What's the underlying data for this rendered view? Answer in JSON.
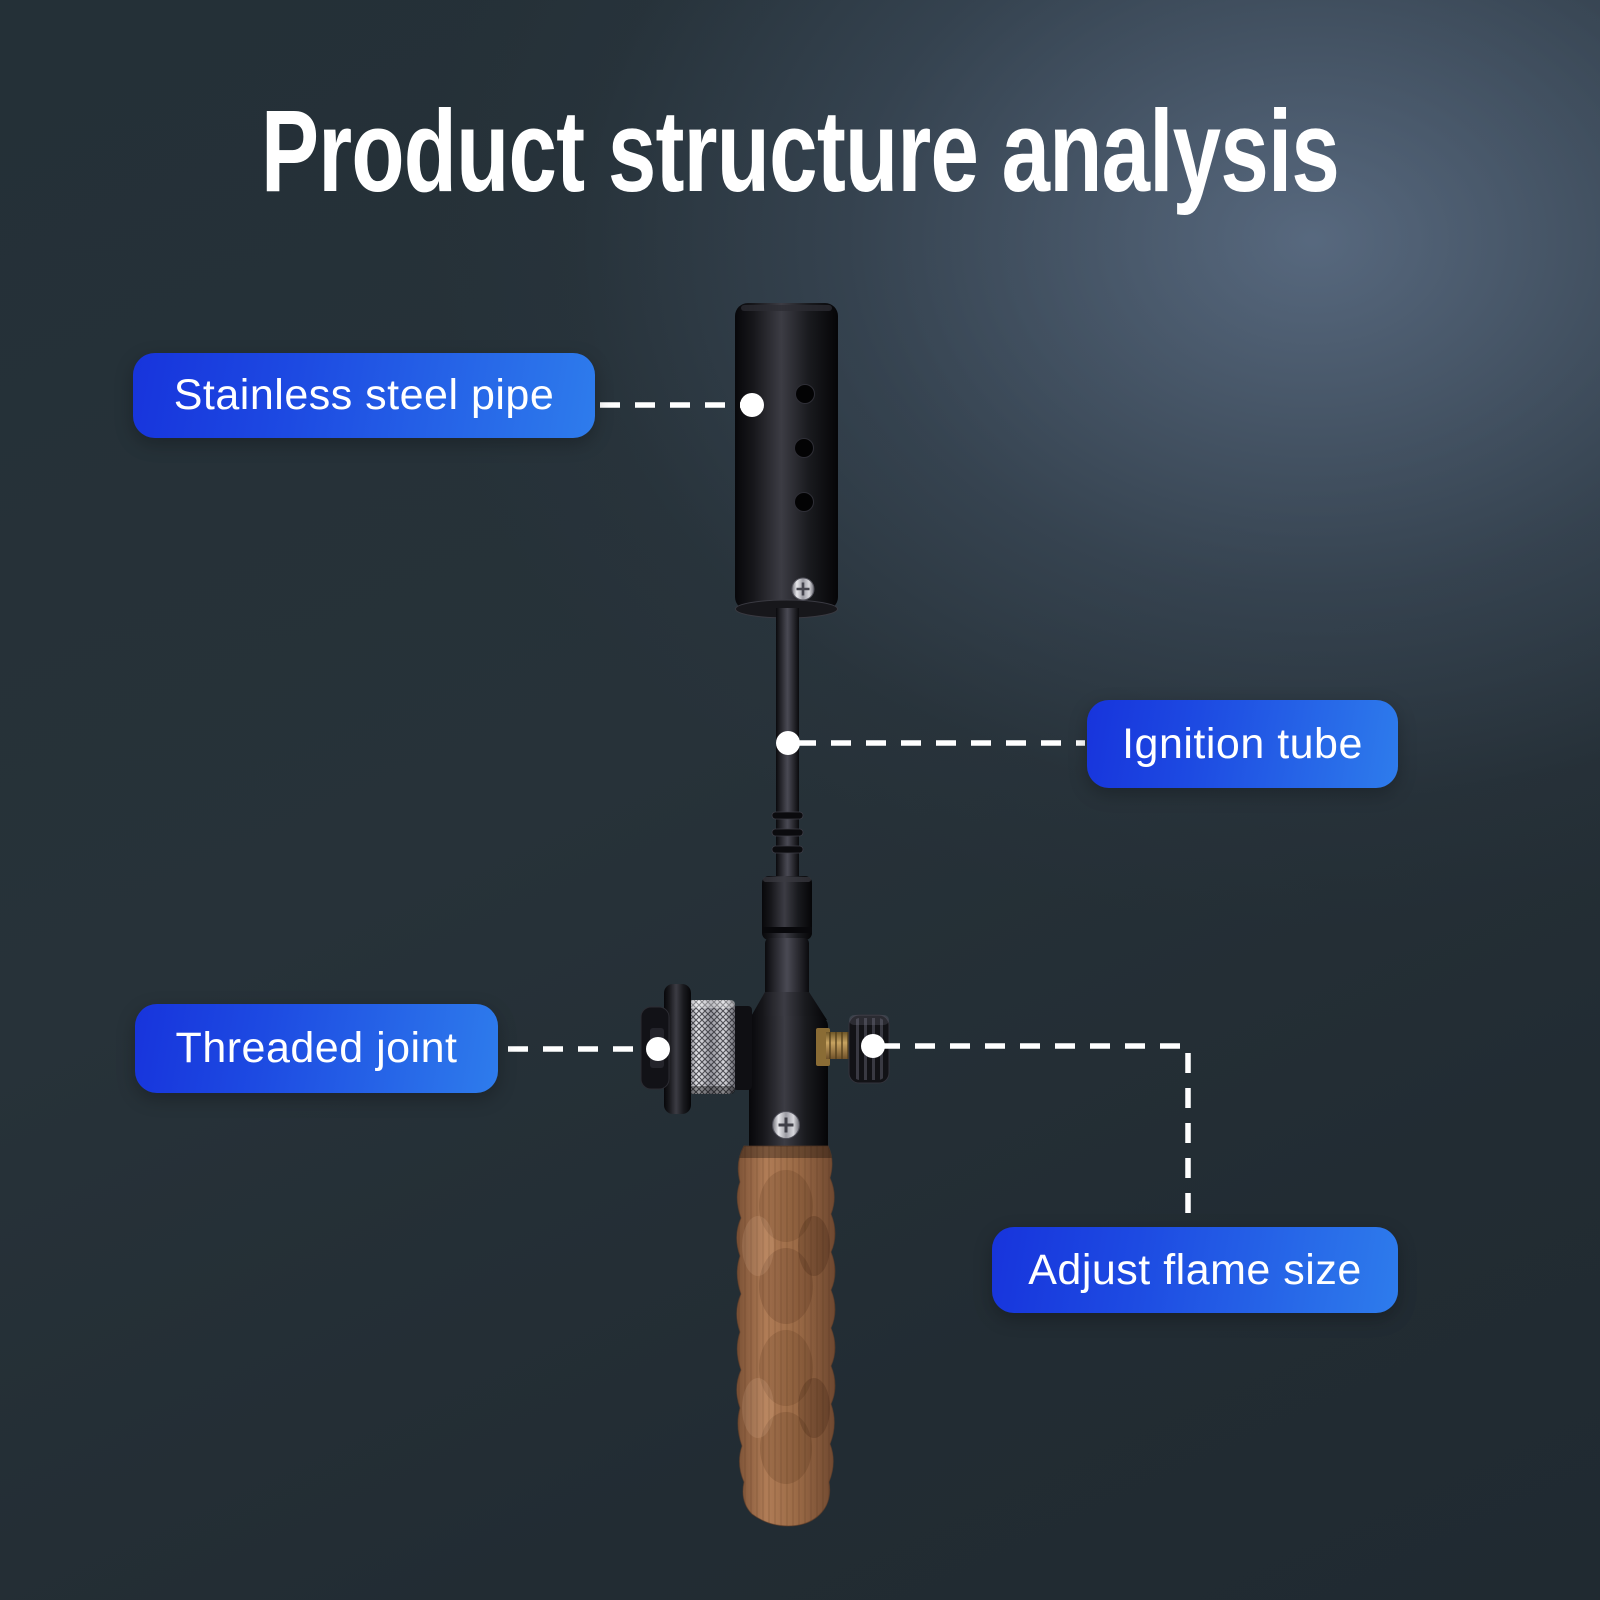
{
  "title": "Product structure analysis",
  "callouts": [
    {
      "id": "stainless-steel-pipe",
      "text": "Stainless steel pipe"
    },
    {
      "id": "ignition-tube",
      "text": "Ignition tube"
    },
    {
      "id": "threaded-joint",
      "text": "Threaded joint"
    },
    {
      "id": "adjust-flame-size",
      "text": "Adjust flame size"
    }
  ],
  "colors": {
    "background_base": "#243037",
    "background_glow": "#5e7088",
    "label_gradient_start": "#1734dc",
    "label_gradient_end": "#2e7cec",
    "label_text": "#ffffff",
    "leader_line": "#ffffff",
    "title_text": "#ffffff",
    "wood": "#9a6a46",
    "metal_black": "#121216",
    "metal_silver": "#c9c9ce",
    "brass": "#a5854a"
  }
}
